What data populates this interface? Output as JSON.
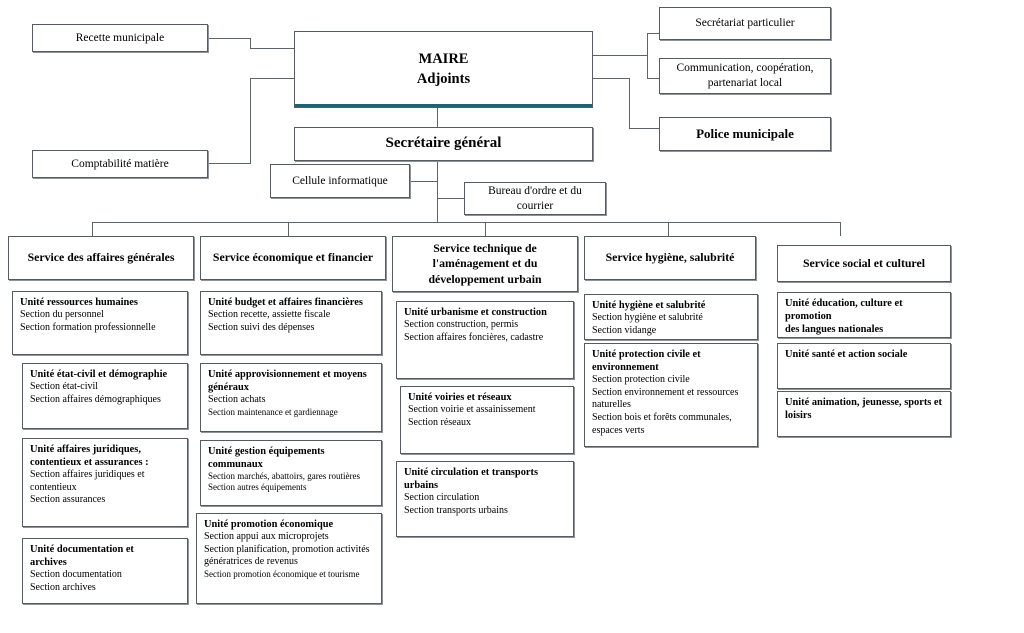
{
  "meta": {
    "title": "Organigramme des services communaux",
    "accent_color": "#1f6274",
    "line_color": "#5d6368",
    "border_color": "#555b60"
  },
  "top": {
    "maire_line1": "MAIRE",
    "maire_line2": "Adjoints",
    "secretaire_general": "Secrétaire général",
    "left_boxes": [
      {
        "label": "Recette municipale"
      },
      {
        "label": "Comptabilité matière"
      }
    ],
    "right_boxes": [
      {
        "label": "Secrétariat particulier"
      },
      {
        "label_line1": "Communication, coopération,",
        "label_line2": "partenariat local"
      },
      {
        "label": "Police municipale"
      }
    ],
    "sg_support": [
      {
        "label": "Cellule informatique"
      },
      {
        "label": "Bureau d'ordre et du courrier"
      }
    ]
  },
  "services": [
    {
      "header_line1": "Service des affaires générales",
      "units": [
        {
          "title": "Unité ressources humaines",
          "lines": [
            "Section du personnel",
            "Section formation professionnelle"
          ]
        },
        {
          "title": "Unité état-civil et démographie",
          "lines": [
            "Section état-civil",
            "Section affaires démographiques"
          ]
        },
        {
          "title_line1": "Unité affaires juridiques,",
          "title_line2": "contentieux et assurances :",
          "lines": [
            "Section affaires juridiques et contentieux",
            "Section assurances"
          ]
        },
        {
          "title_line1": "Unité documentation et",
          "title_line2": "archives",
          "lines": [
            "Section documentation",
            "Section archives"
          ]
        }
      ]
    },
    {
      "header_line1": "Service économique et financier",
      "units": [
        {
          "title": "Unité budget et affaires financières",
          "lines": [
            "Section recette, assiette fiscale",
            "Section suivi des dépenses"
          ]
        },
        {
          "title_line1": "Unité approvisionnement et moyens",
          "title_line2": "généraux",
          "lines": [
            "Section achats"
          ],
          "lines_small": [
            "Section maintenance et gardiennage"
          ]
        },
        {
          "title": "Unité gestion équipements communaux",
          "lines_small": [
            "Section marchés, abattoirs, gares routières",
            "Section autres équipements"
          ]
        },
        {
          "title": "Unité promotion économique",
          "lines": [
            "Section appui aux microprojets",
            "Section planification, promotion activités génératrices de revenus"
          ],
          "lines_small": [
            "Section promotion économique et tourisme"
          ]
        }
      ]
    },
    {
      "header_line1": "Service technique de",
      "header_line2": "l'aménagement et du",
      "header_line3": "développement urbain",
      "units": [
        {
          "title": "Unité urbanisme et construction",
          "lines": [
            "Section construction, permis",
            "Section affaires foncières, cadastre"
          ]
        },
        {
          "title": "Unité voiries et réseaux",
          "lines": [
            "Section voirie et assainissement",
            "Section réseaux"
          ]
        },
        {
          "title_line1": "Unité circulation et transports",
          "title_line2": "urbains",
          "lines": [
            "Section circulation",
            "Section transports urbains"
          ]
        }
      ]
    },
    {
      "header_line1": "Service hygiène, salubrité",
      "units": [
        {
          "title": "Unité hygiène et salubrité",
          "lines": [
            "Section hygiène et salubrité",
            "Section vidange"
          ]
        },
        {
          "title_line1": "Unité protection civile et",
          "title_line2": "environnement",
          "lines": [
            "Section protection civile",
            "Section environnement et ressources naturelles",
            "Section bois et forêts communales, espaces verts"
          ]
        }
      ]
    },
    {
      "header_line1": "Service social et culturel",
      "units": [
        {
          "title_line1": "Unité éducation, culture et promotion",
          "title_line2": "des langues nationales"
        },
        {
          "title": "Unité santé et action sociale"
        },
        {
          "title_line1": "Unité animation, jeunesse, sports et",
          "title_line2": "loisirs"
        }
      ]
    }
  ]
}
